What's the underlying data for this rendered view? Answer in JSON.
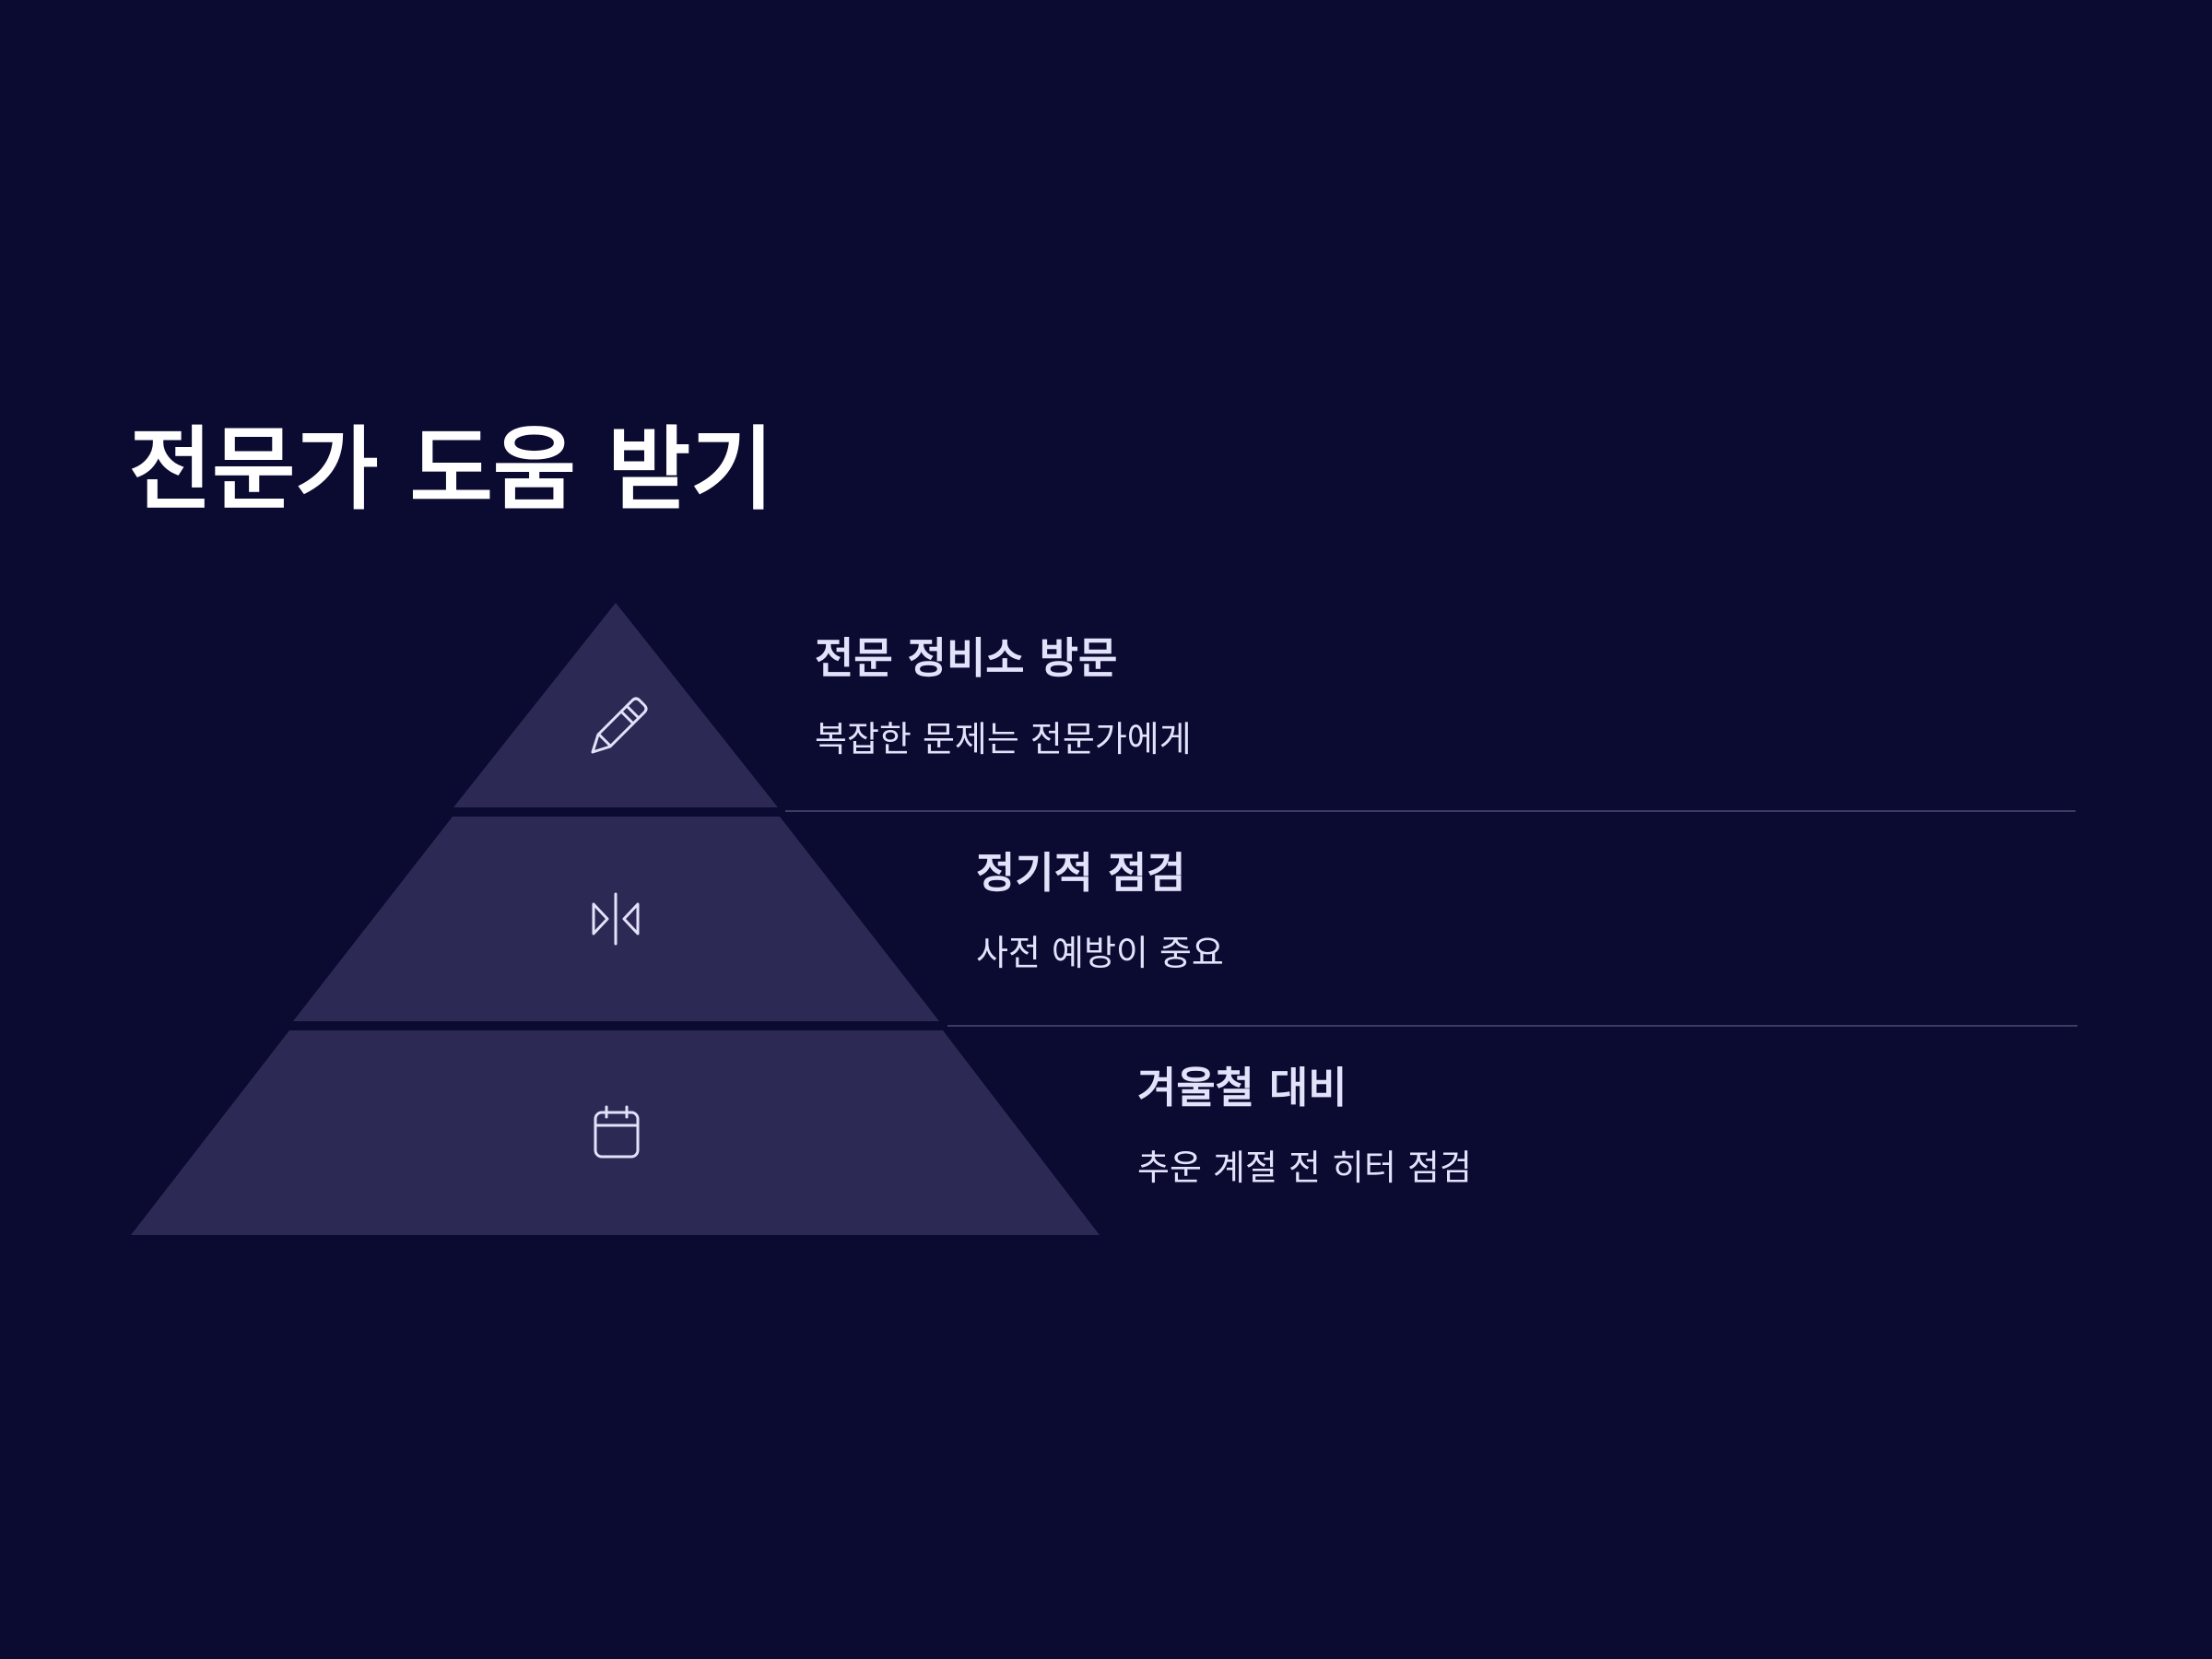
{
  "title": "전문가 도움 받기",
  "colors": {
    "background": "#0b0a31",
    "tier_fill": "#2c2a55",
    "divider": "#3c3b63",
    "text": "#e3e2fb",
    "title": "#ffffff"
  },
  "tiers": [
    {
      "icon": "pencil-icon",
      "heading": "전문 정비소 방문",
      "description": "복잡한 문제는 전문가에게"
    },
    {
      "icon": "flip-horizontal-icon",
      "heading": "정기적 점검",
      "description": "사전 예방이 중요"
    },
    {
      "icon": "calendar-icon",
      "heading": "겨울철 대비",
      "description": "추운 계절 전 히터 점검"
    }
  ]
}
